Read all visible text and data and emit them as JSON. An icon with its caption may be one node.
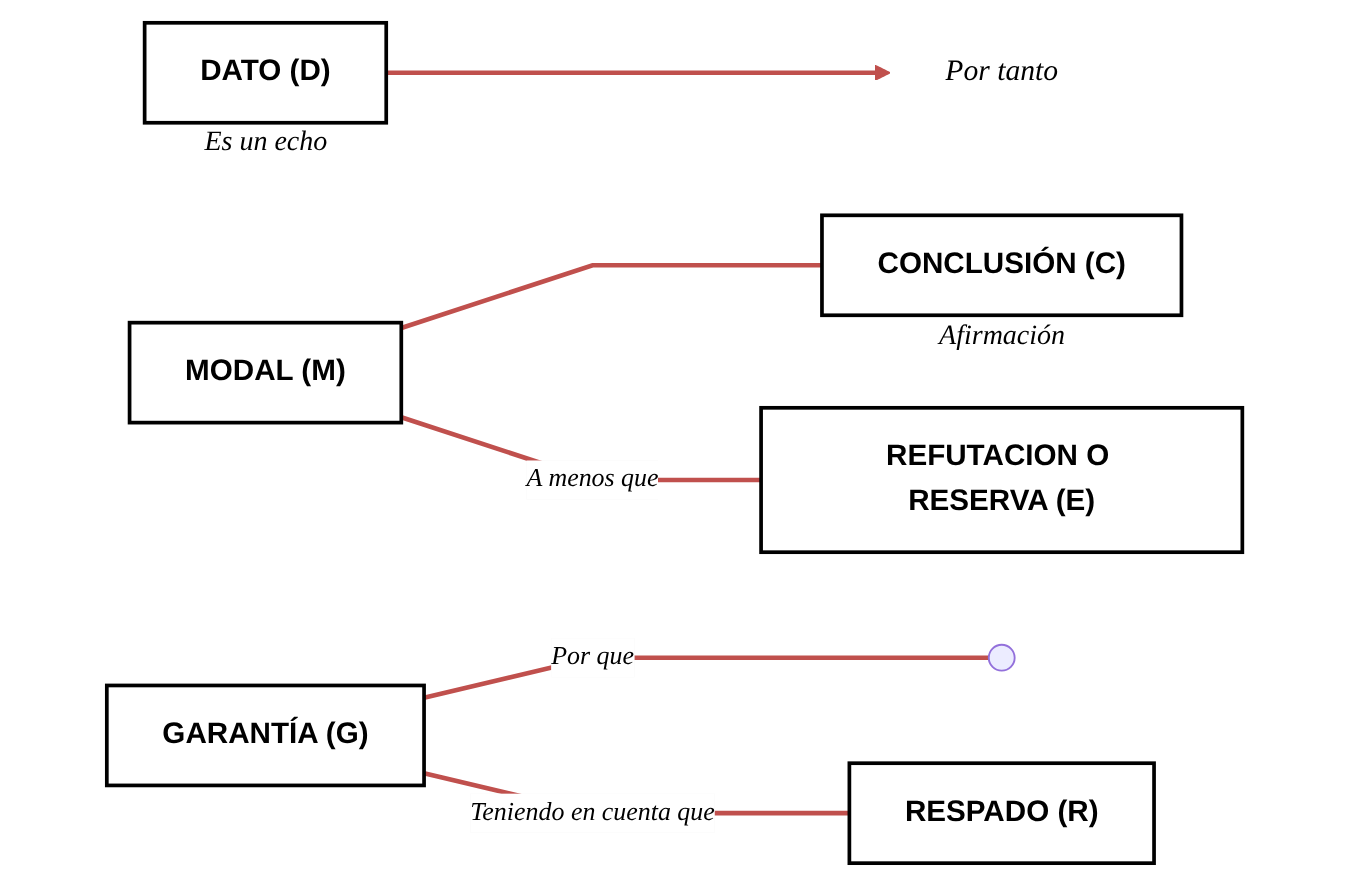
{
  "diagram": {
    "nodes": [
      {
        "text": [
          "DATO (D)"
        ],
        "beside": [
          "Es un echo"
        ]
      },
      {
        "text": [
          "Por tanto"
        ]
      },
      {
        "text": [
          "MODAL (M)"
        ]
      },
      {
        "text": [
          "CONCLUSIÓN (C)"
        ],
        "beside": [
          "Afirmación"
        ]
      },
      {
        "text": [
          "GARANTÍA (G)"
        ]
      },
      {
        "text": [
          "REFUTACION O RESERVA (E)"
        ]
      },
      {
        "text": [
          "RESPADO (R)"
        ]
      }
    ],
    "edges": [
      {
        "from": 0,
        "to": 1,
        "arrow": "to"
      },
      {
        "from": 2,
        "to": 3,
        "arrow": "none"
      },
      {
        "from": 2,
        "to": 5,
        "arrow": "none",
        "label": "A menos que"
      },
      {
        "from": 4,
        "to": null,
        "arrow": "none",
        "label": "Por que"
      },
      {
        "from": 4,
        "to": 6,
        "arrow": "none",
        "label": "Teniendo en cuenta que"
      }
    ]
  }
}
